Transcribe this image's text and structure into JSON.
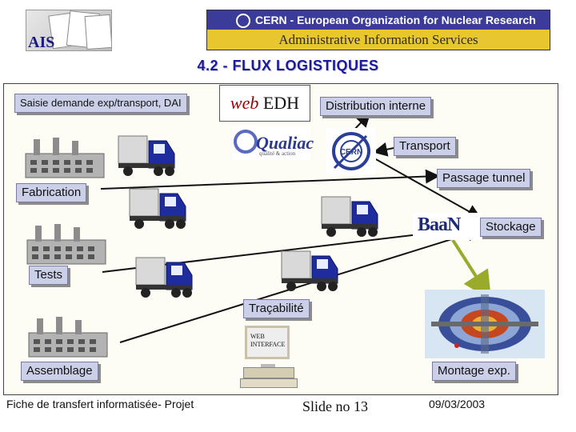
{
  "header": {
    "logo_text": "AIS",
    "banner_top": "CERN - European Organization for Nuclear Research",
    "banner_bottom": "Administrative Information Services"
  },
  "slide_title": "4.2 - FLUX LOGISTIQUES",
  "labels": {
    "saisie": "Saisie demande exp/transport, DAI",
    "web_edh_web": "web",
    "web_edh_edh": " EDH",
    "distribution": "Distribution interne",
    "transport": "Transport",
    "passage": "Passage tunnel",
    "fabrication": "Fabrication",
    "stockage": "Stockage",
    "tests": "Tests",
    "tracabilite": "Traçabilité",
    "assemblage": "Assemblage",
    "montage": "Montage exp."
  },
  "logos": {
    "qualiac": "Qualiac",
    "qualiac_tag": "qualité & action",
    "cern": "CERN",
    "baan": "BaaN"
  },
  "computer_screen": [
    "WEB",
    "INTERFACE"
  ],
  "footer": {
    "project": "Fiche de transfert informatisée- Projet",
    "slide_no": "Slide no 13",
    "date": "09/03/2003"
  },
  "colors": {
    "arrow": "#121212",
    "arrow_accent": "#9aaa2a",
    "label_bg": "#cbd0e8",
    "title": "#1a1aa0",
    "truck_cab": "#1e2c9e"
  },
  "icons": {
    "factory": "factory-icon",
    "truck": "truck-icon",
    "computer": "computer-icon",
    "detector": "detector-image"
  }
}
